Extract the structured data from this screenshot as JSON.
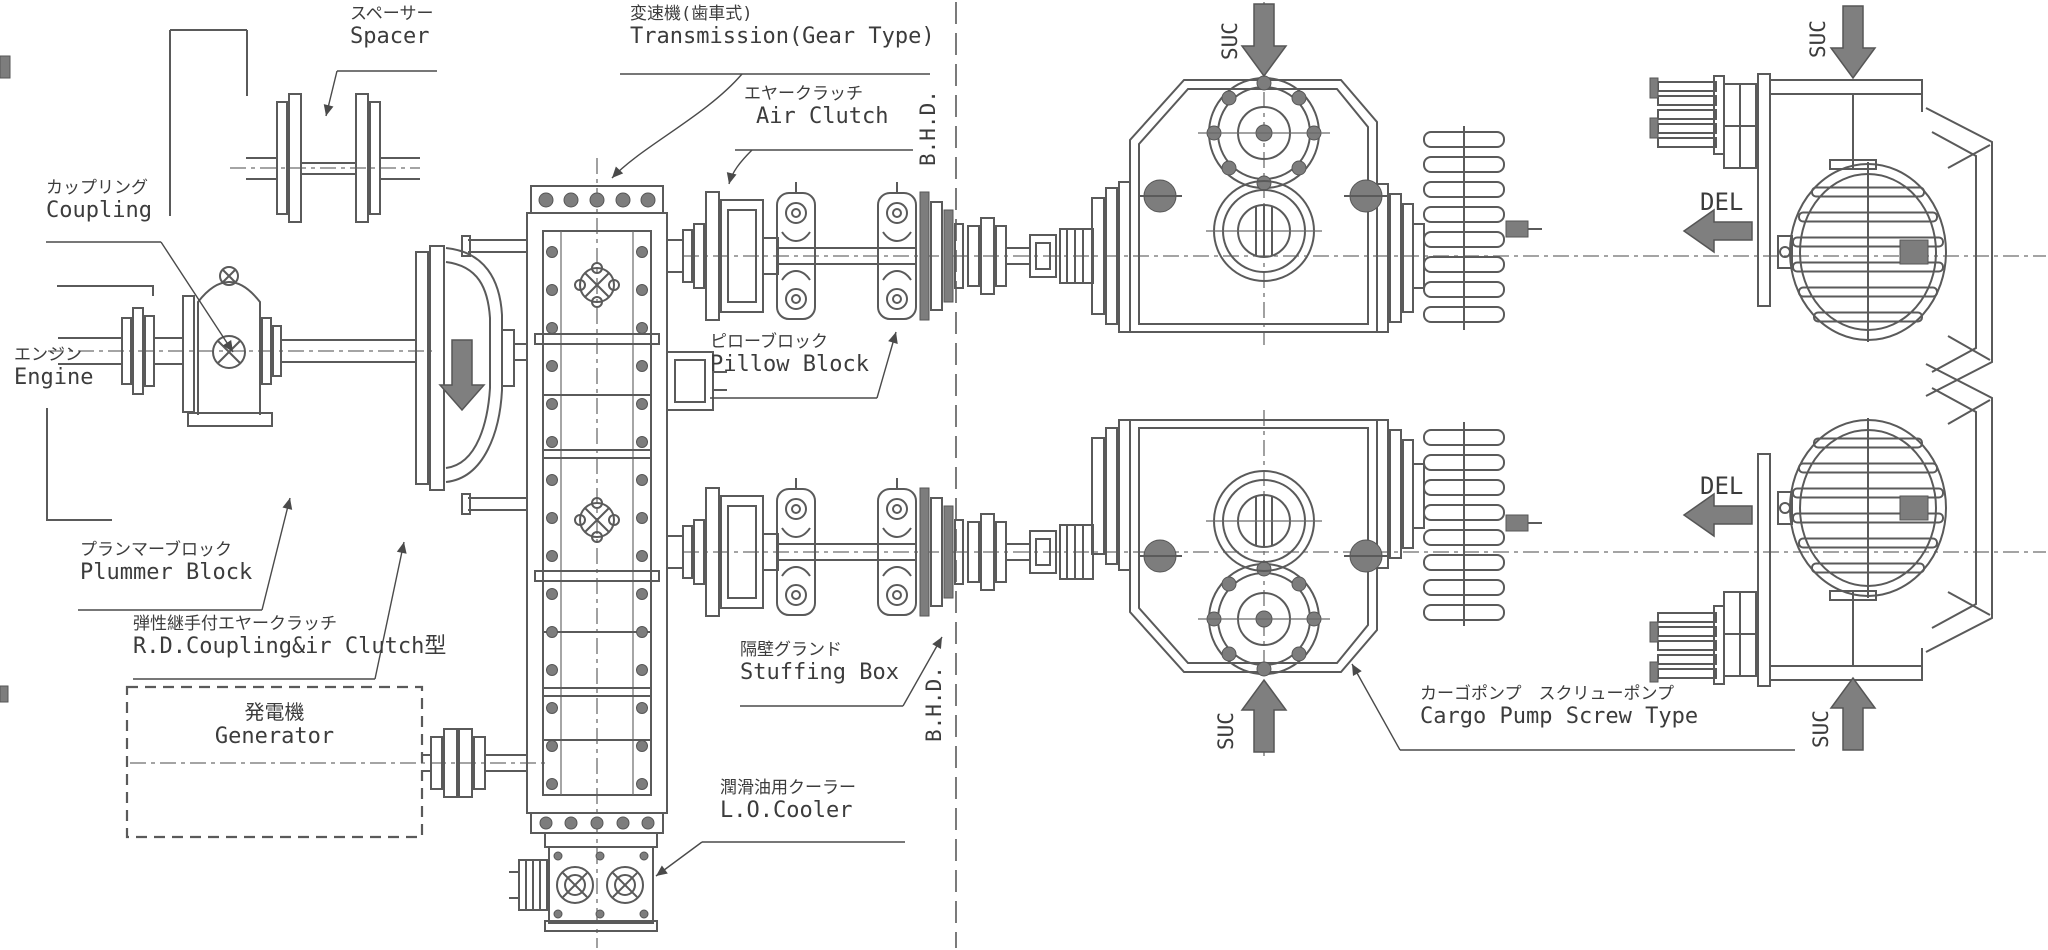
{
  "drawing_type": "marine cargo pump drive arrangement plan",
  "colors": {
    "background": "#ffffff",
    "line": "#5a5a5a",
    "text": "#3c3c3c",
    "fill_dark": "#7d7d7d"
  },
  "labels": {
    "spacer": {
      "jp": "スペーサー",
      "en": "Spacer"
    },
    "transmission": {
      "jp": "変速機(歯車式)",
      "en": "Transmission(Gear Type)"
    },
    "air_clutch": {
      "jp": "エヤークラッチ",
      "en": "Air Clutch"
    },
    "coupling": {
      "jp": "カップリング",
      "en": "Coupling"
    },
    "engine": {
      "jp": "エンジン",
      "en": "Engine"
    },
    "pillow_block": {
      "jp": "ピローブロック",
      "en": "Pillow Block"
    },
    "plummer_block": {
      "jp": "プランマーブロック",
      "en": "Plummer Block"
    },
    "rd_coupling": {
      "jp": "弾性継手付エヤークラッチ",
      "en": "R.D.Coupling&ir Clutch型"
    },
    "generator": {
      "jp": "発電機",
      "en": "Generator"
    },
    "stuffing_box": {
      "jp": "隔壁グランド",
      "en": "Stuffing Box"
    },
    "lo_cooler": {
      "jp": "潤滑油用クーラー",
      "en": "L.O.Cooler"
    },
    "cargo_pump": {
      "jp": "カーゴポンプ　スクリューポンプ",
      "en": "Cargo Pump Screw Type"
    },
    "bulkhead": "B.H.D.",
    "flow": {
      "suction": "SUC",
      "delivery": "DEL"
    }
  }
}
